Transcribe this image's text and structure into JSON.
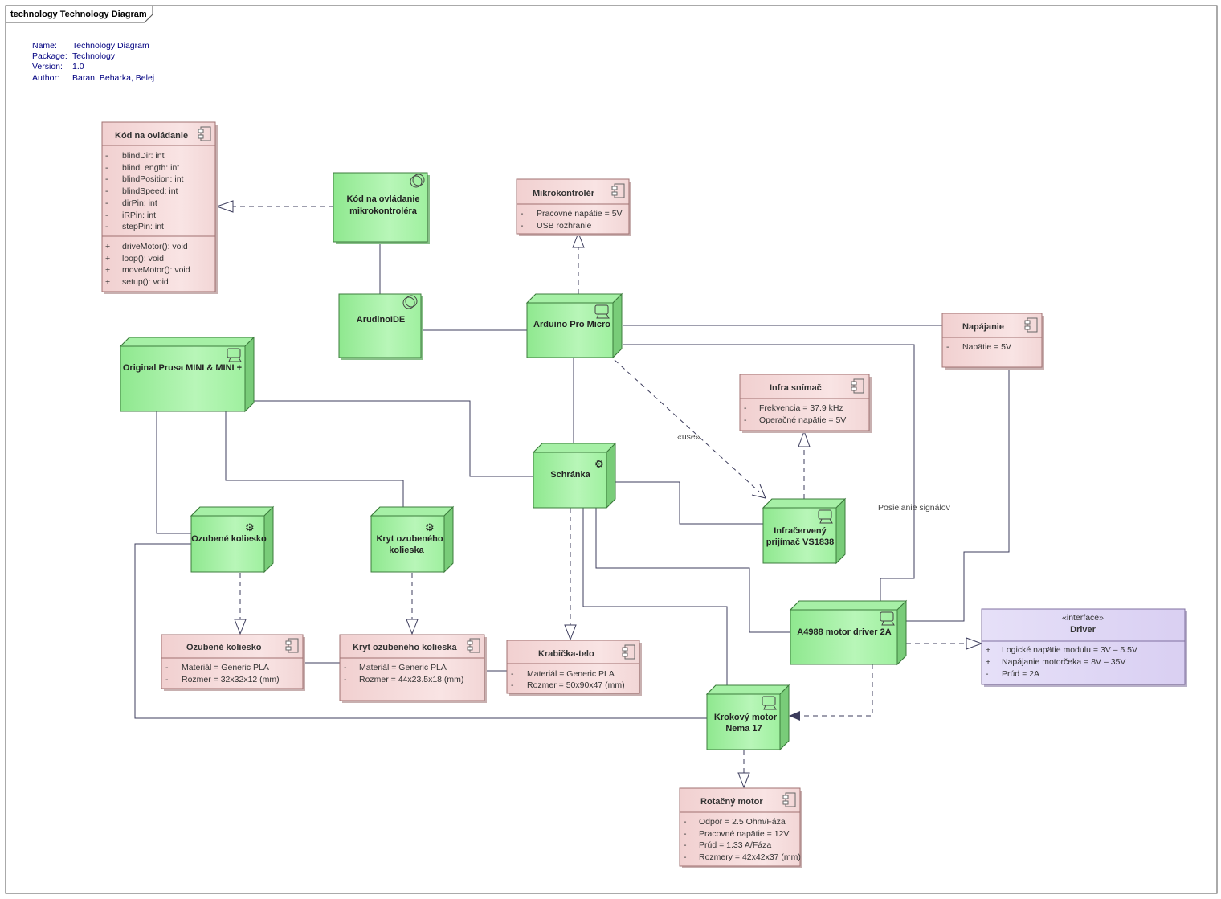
{
  "frame": {
    "title": "technology Technology Diagram"
  },
  "meta": {
    "rows": [
      {
        "key": "Name:",
        "value": "Technology Diagram"
      },
      {
        "key": "Package:",
        "value": "Technology"
      },
      {
        "key": "Version:",
        "value": "1.0"
      },
      {
        "key": "Author:",
        "value": "Baran, Beharka, Belej"
      }
    ]
  },
  "colors": {
    "node_fill": "#9ff09f",
    "class_fill": "#f4d8d8",
    "interface_fill": "#ddd5f3",
    "line": "#3c3c5c"
  },
  "classes": {
    "kod": {
      "title": "Kód na ovládanie",
      "attrs": [
        {
          "v": "-",
          "t": "blindDir: int"
        },
        {
          "v": "-",
          "t": "blindLength: int"
        },
        {
          "v": "-",
          "t": "blindPosition: int"
        },
        {
          "v": "-",
          "t": "blindSpeed: int"
        },
        {
          "v": "-",
          "t": "dirPin: int"
        },
        {
          "v": "-",
          "t": "iRPin: int"
        },
        {
          "v": "-",
          "t": "stepPin: int"
        }
      ],
      "ops": [
        {
          "v": "+",
          "t": "driveMotor(): void"
        },
        {
          "v": "+",
          "t": "loop(): void"
        },
        {
          "v": "+",
          "t": "moveMotor(): void"
        },
        {
          "v": "+",
          "t": "setup(): void"
        }
      ]
    },
    "mikro": {
      "title": "Mikrokontrolér",
      "attrs": [
        {
          "v": "-",
          "t": "Pracovné napätie = 5V"
        },
        {
          "v": "-",
          "t": "USB rozhranie"
        }
      ]
    },
    "napajanie": {
      "title": "Napájanie",
      "attrs": [
        {
          "v": "-",
          "t": "Napätie = 5V"
        }
      ]
    },
    "infra": {
      "title": "Infra snímač",
      "attrs": [
        {
          "v": "-",
          "t": "Frekvencia = 37.9 kHz"
        },
        {
          "v": "-",
          "t": "Operačné napätie = 5V"
        }
      ]
    },
    "ozubene": {
      "title": "Ozubené koliesko",
      "attrs": [
        {
          "v": "-",
          "t": "Materiál = Generic PLA"
        },
        {
          "v": "-",
          "t": "Rozmer = 32x32x12 (mm)"
        }
      ]
    },
    "kryt": {
      "title": "Kryt ozubeného kolieska",
      "attrs": [
        {
          "v": "-",
          "t": "Materiál = Generic PLA"
        },
        {
          "v": "-",
          "t": "Rozmer = 44x23.5x18 (mm)"
        }
      ]
    },
    "krabicka": {
      "title": "Krabička-telo",
      "attrs": [
        {
          "v": "-",
          "t": "Materiál = Generic PLA"
        },
        {
          "v": "-",
          "t": "Rozmer = 50x90x47 (mm)"
        }
      ]
    },
    "rotacny": {
      "title": "Rotačný motor",
      "attrs": [
        {
          "v": "-",
          "t": "Odpor = 2.5 Ohm/Fáza"
        },
        {
          "v": "-",
          "t": "Pracovné napätie = 12V"
        },
        {
          "v": "-",
          "t": "Prúd = 1.33 A/Fáza"
        },
        {
          "v": "-",
          "t": "Rozmery = 42x42x37 (mm)"
        }
      ]
    },
    "driver": {
      "stereotype": "«interface»",
      "title": "Driver",
      "attrs": [
        {
          "v": "+",
          "t": "Logické napätie modulu = 3V – 5.5V"
        },
        {
          "v": "+",
          "t": "Napájanie motorčeka = 8V – 35V"
        },
        {
          "v": "-",
          "t": "Prúd = 2A"
        }
      ]
    }
  },
  "nodes": {
    "kod_mikro": [
      "Kód na ovládanie",
      "mikrokontroléra"
    ],
    "ide": [
      "ArudinoIDE"
    ],
    "arduino": [
      "Arduino Pro Micro"
    ],
    "prusa": [
      "Original Prusa MINI & MINI +"
    ],
    "schranka": [
      "Schránka"
    ],
    "ozubene": [
      "Ozubené koliesko"
    ],
    "kryt": [
      "Kryt ozubeného",
      "kolieska"
    ],
    "infracerveny": [
      "Infračervený",
      "prijímač VS1838"
    ],
    "a4988": [
      "A4988 motor driver 2A"
    ],
    "krokovy": [
      "Krokový motor",
      "Nema 17"
    ]
  },
  "labels": {
    "use": "«use»",
    "posielanie": "Posielanie signálov"
  }
}
